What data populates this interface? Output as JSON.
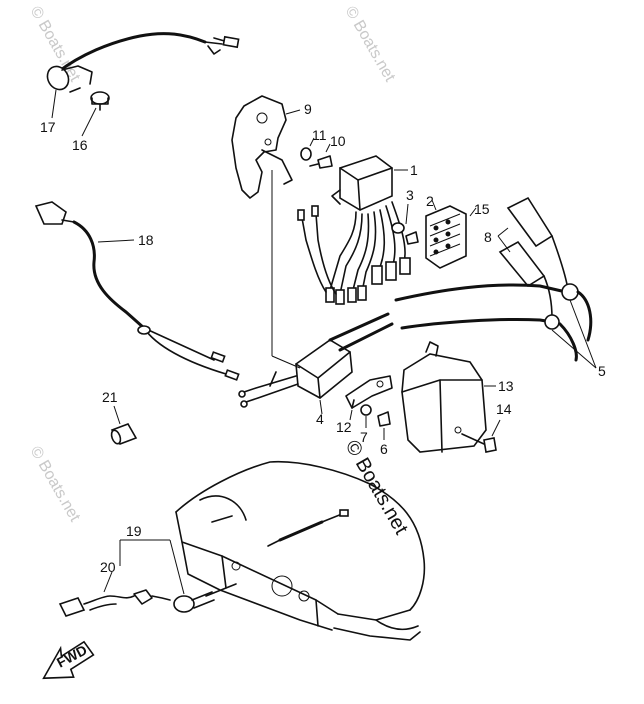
{
  "watermark": "© Boats.net",
  "callouts": {
    "c1": "1",
    "c2": "2",
    "c3": "3",
    "c4": "4",
    "c5": "5",
    "c6": "6",
    "c7": "7",
    "c8": "8",
    "c9": "9",
    "c10": "10",
    "c11": "11",
    "c12": "12",
    "c13": "13",
    "c14": "14",
    "c15": "15",
    "c16": "16",
    "c17": "17",
    "c18": "18",
    "c19": "19",
    "c20": "20",
    "c21": "21"
  },
  "direction_label": "FWD"
}
